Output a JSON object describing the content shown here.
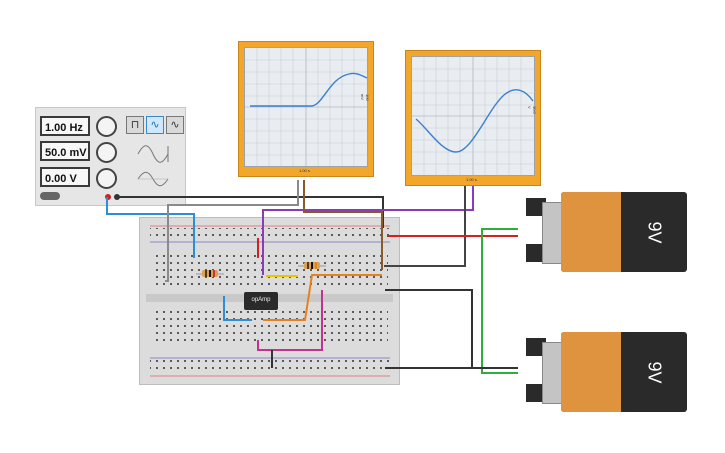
{
  "function_generator": {
    "frequency": "1.00 Hz",
    "amplitude": "50.0 mV",
    "dc_offset": "0.00 V",
    "waveforms": [
      "square-wave-icon",
      "sine-wave-icon",
      "triangle-wave-icon"
    ],
    "selected_waveform": "sine"
  },
  "scope_left": {
    "x_div": "1.00 s",
    "y_div": "100 mV"
  },
  "scope_right": {
    "x_div": "1.00 s",
    "y_div": "10.0 V"
  },
  "opamp": {
    "label": "opAmp"
  },
  "battery_top": {
    "label": "9V"
  },
  "battery_bottom": {
    "label": "9V"
  },
  "colors": {
    "scope_frame": "#f2a72a",
    "trace": "#3a7fd0",
    "wire_red": "#d62020",
    "wire_green": "#2fae3a",
    "wire_blue": "#2b8fd6",
    "wire_purple": "#8a3bb8",
    "wire_brown": "#8b5a2b",
    "wire_orange": "#e6821e",
    "wire_magenta": "#c2338f",
    "wire_gray": "#888888",
    "wire_black": "#333333",
    "wire_yellow": "#e6c800"
  }
}
